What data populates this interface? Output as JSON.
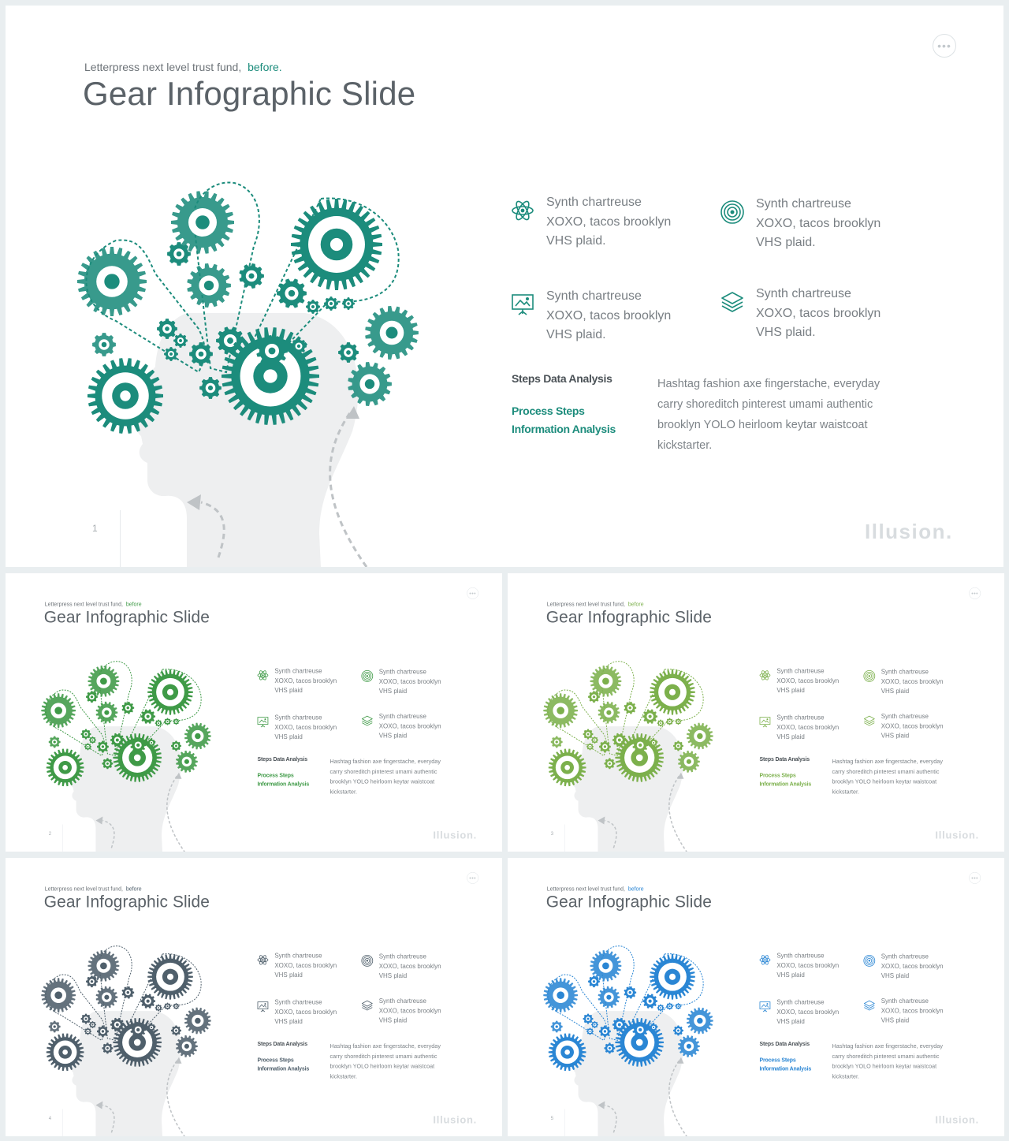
{
  "slides": [
    {
      "subtitle": "Letterpress next level trust fund,",
      "subtitle_accent": "before.",
      "title": "Gear Infographic Slide",
      "menu_icon": "ellipsis-icon",
      "features": [
        {
          "icon": "atom-icon",
          "line1": "Synth chartreuse",
          "line2": "XOXO, tacos brooklyn",
          "line3": "VHS plaid."
        },
        {
          "icon": "target-icon",
          "line1": "Synth chartreuse",
          "line2": "XOXO, tacos brooklyn",
          "line3": "VHS plaid."
        },
        {
          "icon": "presentation-icon",
          "line1": "Synth chartreuse",
          "line2": "XOXO, tacos brooklyn",
          "line3": "VHS plaid."
        },
        {
          "icon": "layers-icon",
          "line1": "Synth chartreuse",
          "line2": "XOXO, tacos brooklyn",
          "line3": "VHS plaid."
        }
      ],
      "steps_heading": "Steps Data Analysis",
      "steps_accent_line1": "Process Steps",
      "steps_accent_line2": "Information Analysis",
      "description": "Hashtag fashion axe fingerstache, everyday carry shoreditch pinterest umami authentic brooklyn YOLO heirloom keytar waistcoat kickstarter.",
      "page_number": "1",
      "brand": "Illusion.",
      "accent_color": "#1c8c7c"
    },
    {
      "subtitle": "Letterpress next level trust fund,",
      "subtitle_accent": "before",
      "title": "Gear Infographic Slide",
      "menu_icon": "ellipsis-icon",
      "features": [
        {
          "icon": "atom-icon",
          "line1": "Synth chartreuse",
          "line2": "XOXO, tacos brooklyn",
          "line3": "VHS plaid"
        },
        {
          "icon": "target-icon",
          "line1": "Synth chartreuse",
          "line2": "XOXO, tacos brooklyn",
          "line3": "VHS plaid"
        },
        {
          "icon": "presentation-icon",
          "line1": "Synth chartreuse",
          "line2": "XOXO, tacos brooklyn",
          "line3": "VHS plaid"
        },
        {
          "icon": "layers-icon",
          "line1": "Synth chartreuse",
          "line2": "XOXO, tacos brooklyn",
          "line3": "VHS plaid"
        }
      ],
      "steps_heading": "Steps Data Analysis",
      "steps_accent_line1": "Process Steps",
      "steps_accent_line2": "Information Analysis",
      "description": "Hashtag fashion axe fingerstache, everyday carry shoreditch pinterest umami authentic brooklyn YOLO heirloom keytar waistcoat kickstarter.",
      "page_number": "2",
      "brand": "Illusion.",
      "accent_color": "#3f9a47"
    },
    {
      "subtitle": "Letterpress next level trust fund,",
      "subtitle_accent": "before",
      "title": "Gear Infographic Slide",
      "menu_icon": "ellipsis-icon",
      "features": [
        {
          "icon": "atom-icon",
          "line1": "Synth chartreuse",
          "line2": "XOXO, tacos brooklyn",
          "line3": "VHS plaid"
        },
        {
          "icon": "target-icon",
          "line1": "Synth chartreuse",
          "line2": "XOXO, tacos brooklyn",
          "line3": "VHS plaid"
        },
        {
          "icon": "presentation-icon",
          "line1": "Synth chartreuse",
          "line2": "XOXO, tacos brooklyn",
          "line3": "VHS plaid"
        },
        {
          "icon": "layers-icon",
          "line1": "Synth chartreuse",
          "line2": "XOXO, tacos brooklyn",
          "line3": "VHS plaid"
        }
      ],
      "steps_heading": "Steps Data Analysis",
      "steps_accent_line1": "Process Steps",
      "steps_accent_line2": "Information Analysis",
      "description": "Hashtag fashion axe fingerstache, everyday carry shoreditch pinterest umami authentic brooklyn YOLO heirloom keytar waistcoat kickstarter.",
      "page_number": "3",
      "brand": "Illusion.",
      "accent_color": "#7cb04c"
    },
    {
      "subtitle": "Letterpress next level trust fund,",
      "subtitle_accent": "before",
      "title": "Gear Infographic Slide",
      "menu_icon": "ellipsis-icon",
      "features": [
        {
          "icon": "atom-icon",
          "line1": "Synth chartreuse",
          "line2": "XOXO, tacos brooklyn",
          "line3": "VHS plaid"
        },
        {
          "icon": "target-icon",
          "line1": "Synth chartreuse",
          "line2": "XOXO, tacos brooklyn",
          "line3": "VHS plaid"
        },
        {
          "icon": "presentation-icon",
          "line1": "Synth chartreuse",
          "line2": "XOXO, tacos brooklyn",
          "line3": "VHS plaid"
        },
        {
          "icon": "layers-icon",
          "line1": "Synth chartreuse",
          "line2": "XOXO, tacos brooklyn",
          "line3": "VHS plaid"
        }
      ],
      "steps_heading": "Steps Data Analysis",
      "steps_accent_line1": "Process Steps",
      "steps_accent_line2": "Information Analysis",
      "description": "Hashtag fashion axe fingerstache, everyday carry shoreditch pinterest umami authentic brooklyn YOLO heirloom keytar waistcoat kickstarter.",
      "page_number": "4",
      "brand": "Illusion.",
      "accent_color": "#4f5f6b"
    },
    {
      "subtitle": "Letterpress next level trust fund,",
      "subtitle_accent": "before",
      "title": "Gear Infographic Slide",
      "menu_icon": "ellipsis-icon",
      "features": [
        {
          "icon": "atom-icon",
          "line1": "Synth chartreuse",
          "line2": "XOXO, tacos brooklyn",
          "line3": "VHS plaid"
        },
        {
          "icon": "target-icon",
          "line1": "Synth chartreuse",
          "line2": "XOXO, tacos brooklyn",
          "line3": "VHS plaid"
        },
        {
          "icon": "presentation-icon",
          "line1": "Synth chartreuse",
          "line2": "XOXO, tacos brooklyn",
          "line3": "VHS plaid"
        },
        {
          "icon": "layers-icon",
          "line1": "Synth chartreuse",
          "line2": "XOXO, tacos brooklyn",
          "line3": "VHS plaid"
        }
      ],
      "steps_heading": "Steps Data Analysis",
      "steps_accent_line1": "Process Steps",
      "steps_accent_line2": "Information Analysis",
      "description": "Hashtag fashion axe fingerstache, everyday carry shoreditch pinterest umami authentic brooklyn YOLO heirloom keytar waistcoat kickstarter.",
      "page_number": "5",
      "brand": "Illusion.",
      "accent_color": "#2a86d4"
    }
  ]
}
